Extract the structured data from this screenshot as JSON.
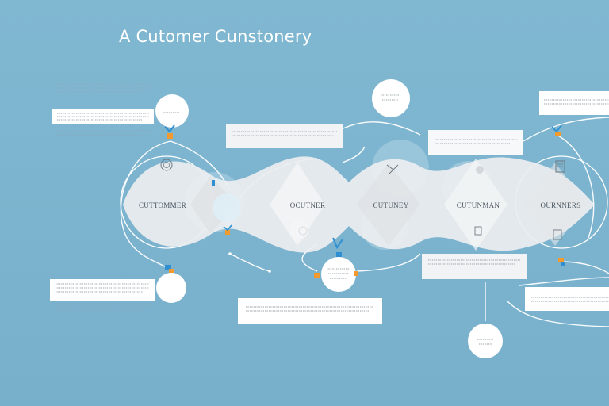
{
  "title": "A Cutomer Cunstonery",
  "stage_labels": [
    "CUTTOMMER",
    "OCUTNER",
    "CUTUNEY",
    "CUTUNMAN",
    "OURNNERS"
  ],
  "colors": {
    "background": "#7db4cf",
    "panel": "#ffffff",
    "petal": "#e9ecee",
    "accent_orange": "#f29a2e",
    "accent_blue": "#2f8fd0",
    "text": "#4a5560"
  }
}
